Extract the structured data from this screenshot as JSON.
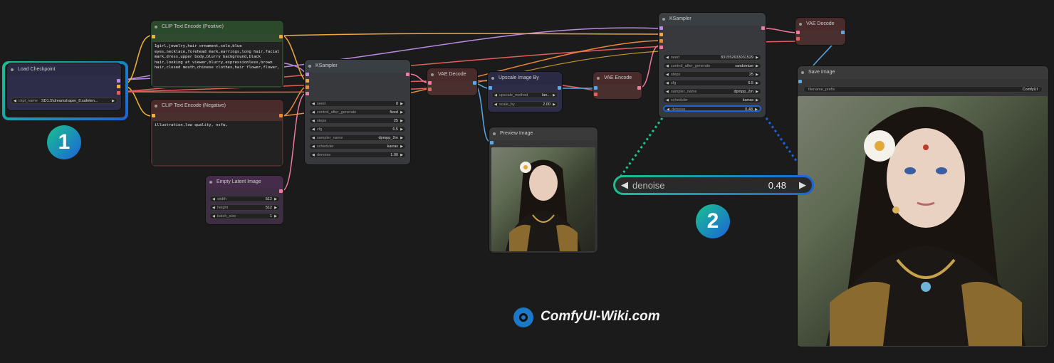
{
  "nodes": {
    "load_checkpoint": {
      "title": "Load Checkpoint",
      "ckpt_label": "ckpt_name",
      "ckpt_value": "SD1.5\\dreamshaper_8.safeten..."
    },
    "clip_pos": {
      "title": "CLIP Text Encode (Positive)",
      "text": "1girl,jewelry,hair ornament,solo,blue eyes,necklace,forehead mark,earrings,long hair,facial mark,dress,upper body,blurry background,black hair,looking at viewer,blurry,expressionless,brown hair,closed mouth,chinese clothes,hair flower,flower,"
    },
    "clip_neg": {
      "title": "CLIP Text Encode (Negative)",
      "text": "illustration,low quality, nsfw,"
    },
    "empty_latent": {
      "title": "Empty Latent Image",
      "width_label": "width",
      "width_value": "512",
      "height_label": "height",
      "height_value": "512",
      "batch_label": "batch_size",
      "batch_value": "1"
    },
    "ksampler1": {
      "title": "KSampler",
      "widgets": [
        {
          "label": "seed",
          "value": "8"
        },
        {
          "label": "control_after_generate",
          "value": "fixed"
        },
        {
          "label": "steps",
          "value": "25"
        },
        {
          "label": "cfg",
          "value": "6.5"
        },
        {
          "label": "sampler_name",
          "value": "dpmpp_2m"
        },
        {
          "label": "scheduler",
          "value": "karras"
        },
        {
          "label": "denoise",
          "value": "1.00"
        }
      ]
    },
    "vae_decode1": {
      "title": "VAE Decode"
    },
    "upscale": {
      "title": "Upscale Image By",
      "method_label": "upscale_method",
      "method_value": "lan...",
      "scale_label": "scale_by",
      "scale_value": "2.00"
    },
    "preview": {
      "title": "Preview Image"
    },
    "vae_encode": {
      "title": "VAE Encode"
    },
    "ksampler2": {
      "title": "KSampler",
      "widgets": [
        {
          "label": "seed",
          "value": "831552633031529"
        },
        {
          "label": "control_after_generate",
          "value": "randomize"
        },
        {
          "label": "steps",
          "value": "25"
        },
        {
          "label": "cfg",
          "value": "6.5"
        },
        {
          "label": "sampler_name",
          "value": "dpmpp_2m"
        },
        {
          "label": "scheduler",
          "value": "karras"
        },
        {
          "label": "denoise",
          "value": "0.48"
        }
      ]
    },
    "vae_decode2": {
      "title": "VAE Decode"
    },
    "save_image": {
      "title": "Save Image",
      "prefix_label": "filename_prefix",
      "prefix_value": "ComfyUI"
    }
  },
  "zoom_widget": {
    "label": "denoise",
    "value": "0.48"
  },
  "callouts": {
    "one": "1",
    "two": "2"
  },
  "watermark": "ComfyUI-Wiki.com",
  "colors": {
    "callout_blue": "#1f6fd6",
    "callout_teal": "#18b39a",
    "wire_purple": "#b98be0",
    "wire_yellow": "#f0b532",
    "wire_red": "#e0605c",
    "wire_blue": "#5ba8e8",
    "wire_orange": "#e88a3c"
  }
}
